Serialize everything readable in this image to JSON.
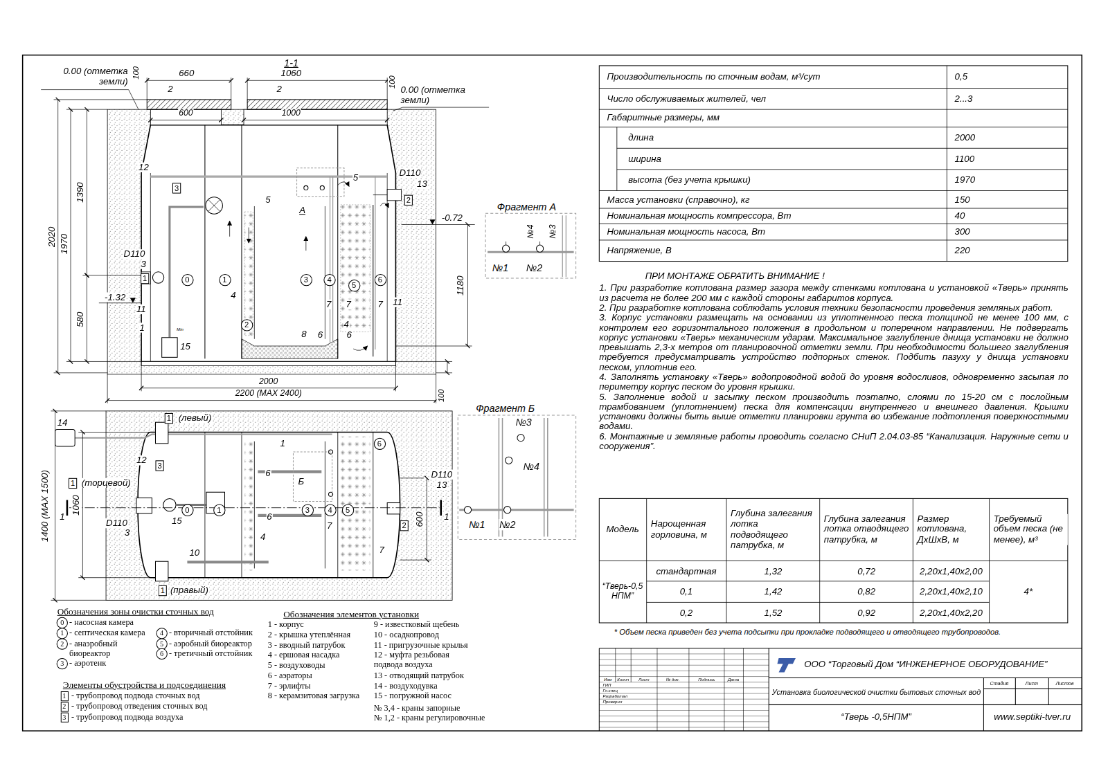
{
  "diagram": {
    "labels": [
      "1-1",
      "0.00 (отметка земли)",
      "100",
      "660",
      "1060",
      "100",
      "0.00 (отметка земли)",
      "2",
      "2",
      "600",
      "1000",
      "2020",
      "1970",
      "1390",
      "580",
      "12",
      "3",
      "5",
      "5",
      "D110",
      "13",
      "2",
      "А",
      "-0.72",
      "1180",
      "D110",
      "3",
      "1",
      "-1.32",
      "0",
      "1",
      "3",
      "4",
      "5",
      "6",
      "4",
      "7",
      "7",
      "7",
      "11",
      "11",
      "1",
      "2",
      "4",
      "8",
      "6",
      "6",
      "15",
      "2000",
      "2200 (MAX 2400)",
      "100",
      "Фрагмент А",
      "№4",
      "№3",
      "№1",
      "№2",
      "14",
      "1",
      "(левый)",
      "12",
      "3",
      "1",
      "(торцевой)",
      "1400 (MAX 1500)",
      "1060",
      "1",
      "D110",
      "3",
      "0",
      "15",
      "1",
      "1",
      "6",
      "Б",
      "6",
      "3",
      "4",
      "5",
      "7",
      "4",
      "10",
      "6",
      "D110",
      "13",
      "2",
      "600",
      "1",
      "7",
      "1",
      "(правый)",
      "Фрагмент Б",
      "№3",
      "№4",
      "№1",
      "№2",
      "Обозначения зоны очистки сточных вод",
      "0",
      "- насосная камера",
      "1",
      "- септическая камера",
      "2",
      "- анаэробный биореактор",
      "3",
      "- аэротенк",
      "4",
      "- вторичный отстойник",
      "5",
      "- аэробный биореактор",
      "6",
      "- третичный отстойник",
      "Элементы обустройства и подсоединения",
      "1",
      "- трубопровод подвода сточных вод",
      "2",
      "- трубопровод отведения сточных вод",
      "3",
      "- трубопровод подвода воздуха",
      "Обозначения элементов установки",
      "1 - корпус",
      "2 - крышка утеплённая",
      "3 - вводный патрубок",
      "4 - ершовая насадка",
      "5 - воздуховоды",
      "6 - аэраторы",
      "7 - эрлифты",
      "8 - керамзитовая загрузка",
      "9 - известковый щебень",
      "10 - осадкопровод",
      "11 - пригрузочные крылья",
      "12 - муфта резьбовая подвода воздуха",
      "13 - отводящий патрубок",
      "14 - воздуходувка",
      "15 - погружной насос",
      "№ 3,4 - краны запорные",
      "№ 1,2 - краны регулировочные",
      "Производительность по сточным водам, м³/сут",
      "0,5",
      "Число обслуживаемых жителей, чел",
      "2...3",
      "Габаритные размеры, мм",
      "длина",
      "2000",
      "ширина",
      "1100",
      "высота (без учета крышки)",
      "1970",
      "Масса установки (справочно), кг",
      "150",
      "Номинальная мощность компрессора, Вт",
      "40",
      "Номинальная мощность насоса, Вт",
      "300",
      "Напряжение, В",
      "220",
      "ПРИ МОНТАЖЕ ОБРАТИТЬ ВНИМАНИЕ !",
      "1. При разработке котлована размер зазора между стенками котлована и установкой «Тверь» принять из расчета не более 200 мм с каждой стороны габаритов корпуса.",
      "2. При разработке котлована соблюдать условия техники безопасности проведения земляных работ.",
      "3. Корпус установки размещать на основании из уплотненного песка толщиной не менее 100 мм, с контролем его горизонтального положения в продольном и поперечном направлении. Не подвергать корпус установки «Тверь» механическим ударам. Максимальное заглубление днища установки не должно превышать 2,3-х метров от планировочной отметки земли. При необходимости большего заглубления требуется предусматривать устройство подпорных стенок. Подбить пазуху у днища установки песком, уплотнив его.",
      "4. Заполнять установку «Тверь» водопроводной водой до уровня водосливов, одновременно засыпая по периметру корпус песком до уровня крышки.",
      "5. Заполнение водой и засыпку песком производить поэтапно, слоями по 15-20 см с послойным трамбованием (уплотнением) песка для компенсации внутреннего и внешнего давления. Крышки установки должны быть выше отметки планировки грунта во избежание подтопления поверхностными водами.",
      "6. Монтажные и земляные работы проводить согласно СНиП 2.04.03-85 “Канализация. Наружные сети и сооружения”.",
      "Модель",
      "Нарощенная горловина, м",
      "Глубина залегания лотка подводящего патрубка, м",
      "Глубина залегания лотка отводящего патрубка, м",
      "Размер котлована, ДхШхВ, м",
      "Требуемый объем песка (не менее), м³",
      "“Тверь-0,5НПМ”",
      "стандартная",
      "1,32",
      "0,72",
      "2,20х1,40х2,00",
      "0,1",
      "1,42",
      "0,82",
      "2,20х1,40х2,10",
      "0,2",
      "1,52",
      "0,92",
      "2,20х1,40х2,20",
      "4*",
      "* Объем песка приведен без учета подсыпки при прокладке подводящего и отводящего трубопроводов.",
      "Изм",
      "Колич",
      "Лист",
      "№ док.",
      "Подпись",
      "Дата",
      "ГИП",
      "Гл.спец",
      "Разработал",
      "Проверил",
      "ООО “Торговый Дом “ИНЖЕНЕРНОЕ ОБОРУДОВАНИЕ”",
      "Установка биологической очистки бытовых сточных вод",
      "Стадия",
      "Лист",
      "Листов",
      "“Тверь -0,5НПМ”",
      "www.septiki-tver.ru",
      "Min"
    ]
  }
}
